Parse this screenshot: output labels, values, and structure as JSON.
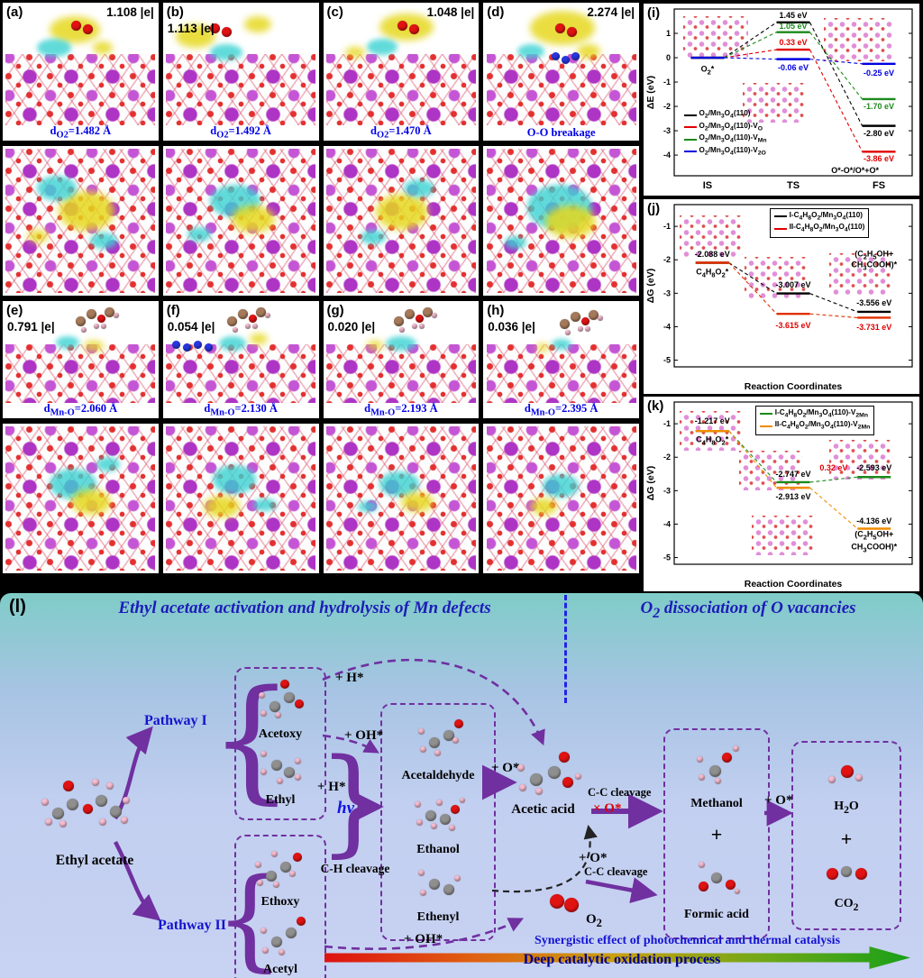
{
  "colors": {
    "purple_accent": "#7030a0",
    "blue_distance": "#0000e8",
    "pathway_blue": "#1414cc",
    "title_blue": "#1c1cb8",
    "synergy_blue": "#1414d4",
    "deep_arrow_text": "#00008b"
  },
  "figure": {
    "chart_labels": [
      "(i)",
      "(j)",
      "(k)"
    ],
    "panels": [
      {
        "id": "(a)",
        "charge": "1.108 |e|",
        "distance": "d_{O2}=1.482 Å"
      },
      {
        "id": "(b)",
        "charge": "1.113 |e|",
        "distance": "d_{O2}=1.492 Å"
      },
      {
        "id": "(c)",
        "charge": "1.048 |e|",
        "distance": "d_{O2}=1.470 Å"
      },
      {
        "id": "(d)",
        "charge": "2.274 |e|",
        "distance": "O-O breakage"
      },
      {
        "id": "(e)",
        "charge": "0.791 |e|",
        "distance": "d_{Mn-O}=2.060 Å"
      },
      {
        "id": "(f)",
        "charge": "0.054 |e|",
        "distance": "d_{Mn-O}=2.130 Å"
      },
      {
        "id": "(g)",
        "charge": "0.020 |e|",
        "distance": "d_{Mn-O}=2.193 Å"
      },
      {
        "id": "(h)",
        "charge": "0.036 |e|",
        "distance": "d_{Mn-O}=2.395 Å"
      }
    ]
  },
  "chart_data": [
    {
      "id": "i",
      "type": "line",
      "subtype": "energy-profile",
      "ylabel": "ΔE (eV)",
      "xlabel": "",
      "yticks": [
        1,
        0,
        -1,
        -2,
        -3,
        -4
      ],
      "ymin": -4.85,
      "ymax": 2.0,
      "xticks": [
        "IS",
        "TS",
        "FS"
      ],
      "stage_x": [
        0.14,
        0.5,
        0.86
      ],
      "legend": {
        "x": 0.04,
        "y": 0.6,
        "border": false,
        "items": [
          {
            "label": "O_{2}/Mn_{3}O_{4}(110)",
            "color": "#000000"
          },
          {
            "label": "O_{2}/Mn_{3}O_{4}(110)-V_{O}",
            "color": "#e00000"
          },
          {
            "label": "O_{2}/Mn_{3}O_{4}(110)-V_{Mn}",
            "color": "#1a8a1a"
          },
          {
            "label": "O_{2}/Mn_{3}O_{4}(110)-V_{2O}",
            "color": "#0000e0"
          }
        ]
      },
      "series": [
        {
          "name": "O2/Mn3O4(110)",
          "color": "#000000",
          "levels": [
            0,
            1.45,
            -2.8
          ]
        },
        {
          "name": "O2/Mn3O4(110)-VO",
          "color": "#e00000",
          "levels": [
            0,
            0.33,
            -3.86
          ]
        },
        {
          "name": "O2/Mn3O4(110)-VMn",
          "color": "#1a8a1a",
          "levels": [
            0,
            1.05,
            -1.7
          ]
        },
        {
          "name": "O2/Mn3O4(110)-V2O",
          "color": "#0000e0",
          "levels": [
            0,
            -0.06,
            -0.25
          ]
        }
      ],
      "annotations": [
        {
          "text": "1.45 eV",
          "color": "#000000",
          "x": 0.5,
          "y": 1.75
        },
        {
          "text": "1.05 eV",
          "color": "#1a8a1a",
          "x": 0.5,
          "y": 1.28
        },
        {
          "text": "0.33 eV",
          "color": "#e00000",
          "x": 0.5,
          "y": 0.62
        },
        {
          "text": "-0.06 eV",
          "color": "#0000e0",
          "x": 0.5,
          "y": -0.42
        },
        {
          "text": "O_{2}*",
          "color": "#000000",
          "x": 0.14,
          "y": -0.5
        },
        {
          "text": "-0.25 eV",
          "color": "#0000e0",
          "x": 0.86,
          "y": -0.62
        },
        {
          "text": "-1.70 eV",
          "color": "#1a8a1a",
          "x": 0.86,
          "y": -2.0
        },
        {
          "text": "-2.80 eV",
          "color": "#000000",
          "x": 0.86,
          "y": -3.1
        },
        {
          "text": "-3.86 eV",
          "color": "#e00000",
          "x": 0.86,
          "y": -4.15
        },
        {
          "text": "O*-O*/O*+O*",
          "color": "#000000",
          "x": 0.76,
          "y": -4.62
        }
      ]
    },
    {
      "id": "j",
      "type": "line",
      "subtype": "energy-profile",
      "ylabel": "ΔG (eV)",
      "xlabel": "Reaction Coordinates",
      "yticks": [
        -1,
        -2,
        -3,
        -4,
        -5
      ],
      "ymin": -5.2,
      "ymax": -0.35,
      "xticks": [],
      "stage_x": [
        0.16,
        0.5,
        0.84
      ],
      "legend": {
        "x": 0.4,
        "y": 0.02,
        "border": true,
        "items": [
          {
            "label": "I-C_{4}H_{8}O_{2}/Mn_{3}O_{4}(110)",
            "color": "#000000"
          },
          {
            "label": "II-C_{4}H_{8}O_{2}/Mn_{3}O_{4}(110)",
            "color": "#e00000"
          }
        ]
      },
      "series": [
        {
          "name": "I",
          "color": "#000000",
          "levels": [
            -2.088,
            -3.007,
            -3.556
          ]
        },
        {
          "name": "II",
          "color": "#e03000",
          "levels": [
            -2.088,
            -3.615,
            -3.731
          ]
        }
      ],
      "annotations": [
        {
          "text": "-2.088 eV",
          "color": "#000000",
          "x": 0.16,
          "y": -1.82
        },
        {
          "text": "C_{4}H_{8}O_{2}*",
          "color": "#000000",
          "x": 0.16,
          "y": -2.4
        },
        {
          "text": "-3.007 eV",
          "color": "#000000",
          "x": 0.5,
          "y": -2.76
        },
        {
          "text": "-3.615 eV",
          "color": "#e00000",
          "x": 0.5,
          "y": -3.95
        },
        {
          "text": "-3.556 eV",
          "color": "#000000",
          "x": 0.84,
          "y": -3.3
        },
        {
          "text": "-3.731 eV",
          "color": "#e00000",
          "x": 0.84,
          "y": -4.02
        },
        {
          "text": "(C_{2}H_{5}OH+",
          "color": "#000000",
          "x": 0.84,
          "y": -1.85
        },
        {
          "text": "CH_{3}COOH)*",
          "color": "#000000",
          "x": 0.84,
          "y": -2.18
        }
      ]
    },
    {
      "id": "k",
      "type": "line",
      "subtype": "energy-profile",
      "ylabel": "ΔG (eV)",
      "xlabel": "Reaction Coordinates",
      "yticks": [
        -1,
        -2,
        -3,
        -4,
        -5
      ],
      "ymin": -5.2,
      "ymax": -0.35,
      "xticks": [],
      "stage_x": [
        0.16,
        0.5,
        0.84
      ],
      "legend": {
        "x": 0.34,
        "y": 0.02,
        "border": true,
        "items": [
          {
            "label": "I-C_{4}H_{8}O_{2}/Mn_{3}O_{4}(110)-V_{2Mn}",
            "color": "#1a8a1a"
          },
          {
            "label": "II-C_{4}H_{8}O_{2}/Mn_{3}O_{4}(110)-V_{2Mn}",
            "color": "#f08c00"
          }
        ]
      },
      "series": [
        {
          "name": "I",
          "color": "#1a8a1a",
          "levels": [
            -1.217,
            -2.747,
            -2.593
          ]
        },
        {
          "name": "II",
          "color": "#f08c00",
          "levels": [
            -1.217,
            -2.913,
            -4.136
          ]
        }
      ],
      "annotations": [
        {
          "text": "-1.217 eV",
          "color": "#000000",
          "x": 0.16,
          "y": -0.92
        },
        {
          "text": "C_{4}H_{8}O_{2}*",
          "color": "#000000",
          "x": 0.16,
          "y": -1.5
        },
        {
          "text": "-2.747 eV",
          "color": "#000000",
          "x": 0.5,
          "y": -2.5
        },
        {
          "text": "-2.913 eV",
          "color": "#000000",
          "x": 0.5,
          "y": -3.18
        },
        {
          "text": "0.32 eV",
          "color": "#e00000",
          "x": 0.67,
          "y": -2.32
        },
        {
          "text": "-2.593 eV",
          "color": "#000000",
          "x": 0.84,
          "y": -2.33
        },
        {
          "text": "-4.136 eV",
          "color": "#000000",
          "x": 0.84,
          "y": -3.9
        },
        {
          "text": "(C_{2}H_{5}OH+",
          "color": "#000000",
          "x": 0.84,
          "y": -4.35
        },
        {
          "text": "CH_{3}COOH)*",
          "color": "#000000",
          "x": 0.84,
          "y": -4.72
        }
      ]
    }
  ],
  "scheme": {
    "panel_label": "(l)",
    "title_left": "Ethyl acetate activation and hydrolysis of Mn defects",
    "title_right": "O_{2} dissociation of O vacancies",
    "reactant_label": "Ethyl acetate",
    "pathway1_label": "Pathway I",
    "pathway2_label": "Pathway II",
    "acetoxy": "Acetoxy",
    "ethyl": "Ethyl",
    "ethoxy": "Ethoxy",
    "acetyl": "Acetyl",
    "acetaldehyde": "Acetaldehyde",
    "ethanol": "Ethanol",
    "ethenyl": "Ethenyl",
    "acetic_acid": "Acetic acid",
    "times_o": "× O*",
    "methanol": "Methanol",
    "formic_acid": "Formic acid",
    "h2o": "H_{2}O",
    "co2": "CO_{2}",
    "o2": "O_{2}",
    "plus": "+",
    "plus_h_top": "+ H*",
    "plus_oh_mid": "+ OH*",
    "plus_h_mid": "+ H*",
    "hv": "hv",
    "ch_cleavage": "C-H cleavage",
    "plus_o_1": "+ O*",
    "cc_cleavage_1": "C-C cleavage",
    "plus_o_2": "+ O*",
    "cc_cleavage_2": "C-C cleavage",
    "plus_o_3": "+ O*",
    "plus_oh_bottom": "+ OH*",
    "synergy_text": "Synergistic effect of photochemical and thermal catalysis",
    "bottom_arrow_text": "Deep catalytic oxidation process"
  }
}
